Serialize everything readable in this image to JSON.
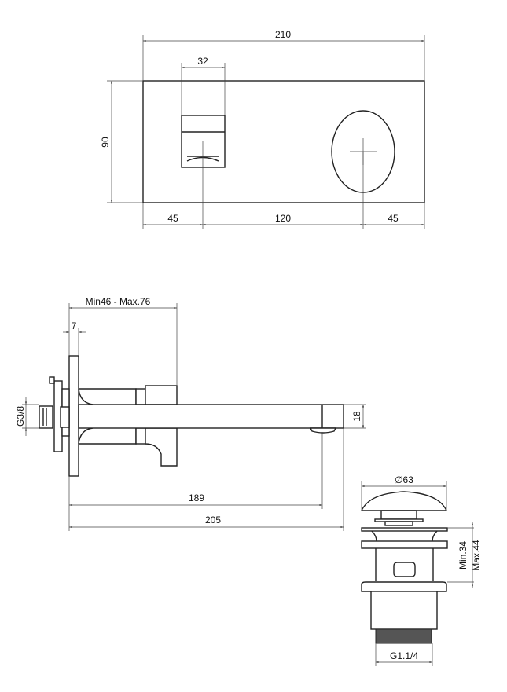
{
  "top_view": {
    "width_total": "210",
    "handle_width": "32",
    "height": "90",
    "left_offset": "45",
    "center_distance": "120",
    "right_offset": "45"
  },
  "side_view": {
    "wall_depth": "Min46 - Max.76",
    "plate_thickness": "7",
    "inlet_thread": "G3/8",
    "spout_height": "18",
    "spout_to_outlet": "189",
    "overall_projection": "205"
  },
  "drain_view": {
    "cap_diameter": "∅63",
    "min_height": "Min.34",
    "max_height": "Max.44",
    "thread": "G1.1/4"
  }
}
